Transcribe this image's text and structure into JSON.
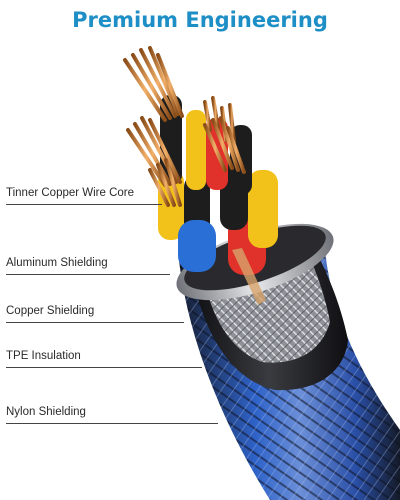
{
  "title": "Premium Engineering",
  "layers": [
    {
      "label": "Tinner Copper Wire Core"
    },
    {
      "label": "Aluminum Shielding"
    },
    {
      "label": "Copper Shielding"
    },
    {
      "label": "TPE Insulation"
    },
    {
      "label": "Nylon Shielding"
    }
  ],
  "colors": {
    "title": "#1e8fc6",
    "copper": "#d8873a",
    "wire_yellow": "#f2c21a",
    "wire_red": "#e0322a",
    "wire_blue": "#2a6fd6",
    "wire_black": "#1d1d1d",
    "jacket_blue": "#2f63c9",
    "jacket_dark": "#1a2033",
    "foil": "#b9bcc2"
  },
  "icons": [
    "cable-illustration"
  ]
}
